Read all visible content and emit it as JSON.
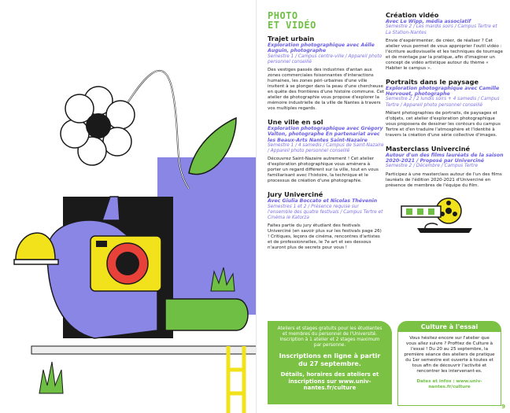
{
  "header": {
    "title_line1": "PHOTO",
    "title_line2": "ET VIDÉO"
  },
  "left_column": [
    {
      "title": "Trajet urbain",
      "subtitle": "Exploration photographique avec Aëlle Auguin, photographe",
      "meta": "Semestre 1 / Campus centre-ville / Appareil photo personnel conseillé",
      "desc": "Des vestiges passés des industries d'antan aux zones commerciales foisonnantes d'interactions humaines, les zones péri-urbaines d'une ville invitent à se plonger dans la peau d'une chercheuse en quête des frontières d'une histoire commune. Cet atelier de photographie vous propose d'explorer la mémoire industrielle de la ville de Nantes à travers vos multiples regards."
    },
    {
      "title": "Une ville en sol",
      "subtitle": "Exploration photographique avec Grégory Valton, photographe En partenariat avec les Beaux-Arts Nantes Saint-Nazaire",
      "meta": "Semestre 1 / 4 samedis / Campus de Saint-Nazaire / Appareil photo personnel conseillé",
      "desc": "Découvrez Saint-Nazaire autrement ! Cet atelier d'exploration photographique vous amènera à porter un regard différent sur la ville, tout en vous familiarisant avec l'histoire, la technique et le processus de création d'une photographie."
    },
    {
      "title": "Jury Univerciné",
      "subtitle": "Avec Giulia Boccato et Nicolas Thévenin",
      "meta": "Semestres 1 et 2 / Présence requise sur l'ensemble des quatre festivals / Campus Tertre et Cinéma le Katorza",
      "desc": "Faites partie du jury étudiant des festivals Univerciné (en savoir plus sur les festivals page 26) ! Critiques, leçons de cinéma, rencontres d'artistes et de professionnelles, le 7e art et ses dessous n'auront plus de secrets pour vous !"
    }
  ],
  "right_column": [
    {
      "title": "Création vidéo",
      "subtitle": "Avec Le Wipp, média associatif",
      "meta": "Semestre 2 / Les mardis soirs / Campus Tertre et La Station-Nantes",
      "desc": "Envie d'expérimenter, de créer, de réaliser ? Cet atelier vous permet de vous approprier l'outil vidéo : l'écriture audiovisuelle et les techniques de tournage et de montage par la pratique, afin d'imaginer un concept de vidéo artistique autour du thème « Habiter le campus »."
    },
    {
      "title": "Portraits dans le paysage",
      "subtitle": "Exploration photographique avec Camille Hervouet, photographe",
      "meta": "Semestre 2 / 2 lundis soirs + 4 samedis / Campus Tertre / Appareil photo personnel conseillé",
      "desc": "Mêlant photographies de portraits, de paysages et d'objets, cet atelier d'exploration photographique vous proposera de dessiner les contours du campus Tertre et d'en traduire l'atmosphère et l'identité à travers la création d'une série collective d'images."
    },
    {
      "title": "Masterclass Univerciné",
      "subtitle": "Autour d'un des films lauréats de la saison 2020-2021 / Proposé par Univerciné",
      "meta": "Semestre 2 / Décembre / Campus Tertre",
      "desc": "Participez à une masterclass autour de l'un des films lauréats de l'édition 2020-2021 d'Univerciné en présence de membres de l'équipe du film."
    }
  ],
  "green_box": {
    "p1": "Ateliers et stages gratuits pour les étudiantes et membres du personnel de l'Université. Inscription à 1 atelier et 2 stages maximum par personne.",
    "p2": "Inscriptions en ligne à partir du 27 septembre.",
    "p3": "Détails, horaires des ateliers et inscriptions sur www.univ-nantes.fr/culture"
  },
  "white_box": {
    "header": "Culture à l'essai",
    "p1": "Vous hésitez encore sur l'atelier que vous allez suivre ? Profitez de Culture à l'essai ! Du 20 au 25 septembre, la première séance des ateliers de pratique du 1er semestre est ouverte à toutes et tous afin de découvrir l'activité et rencontrer les intervenant·es.",
    "p2": "Dates et infos : www.univ-nantes.fr/culture"
  },
  "page_number": "9",
  "colors": {
    "green": "#7bc143",
    "purple": "#7b70e8",
    "yellow": "#f2e21b",
    "red": "#e8413a"
  }
}
